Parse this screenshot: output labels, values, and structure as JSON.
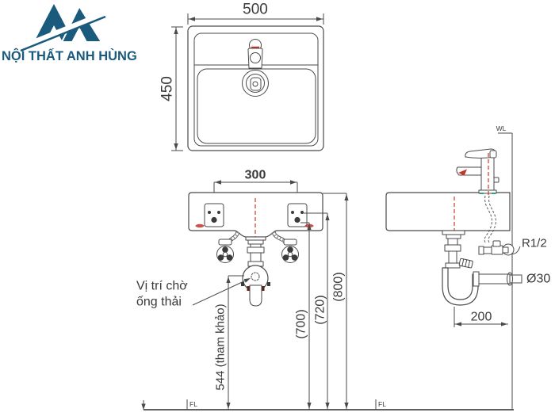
{
  "brand": {
    "name": "NỘI THẤT ANH HÙNG",
    "color": "#1a5a7d"
  },
  "drawing": {
    "top_view": {
      "width_mm": "500",
      "depth_mm": "450"
    },
    "front_view": {
      "bolt_spacing_mm": "300",
      "drain_height_ref": "544 (tham khảo)",
      "dim_700": "(700)",
      "dim_720": "(720)",
      "dim_800": "(800)",
      "note_line1": "Vị trí chờ",
      "note_line2": "ống thải",
      "floor_label": "FL"
    },
    "side_view": {
      "wall_label": "WL",
      "supply_thread_label": "R1/2",
      "waste_outlet_label": "Ø30",
      "trap_offset_mm": "200",
      "floor_label": "FL"
    }
  },
  "colors": {
    "line": "#4a4a4a",
    "accent_red": "#c23427",
    "accent_green": "#2ea37a",
    "brand_navy": "#1a5a7d"
  }
}
